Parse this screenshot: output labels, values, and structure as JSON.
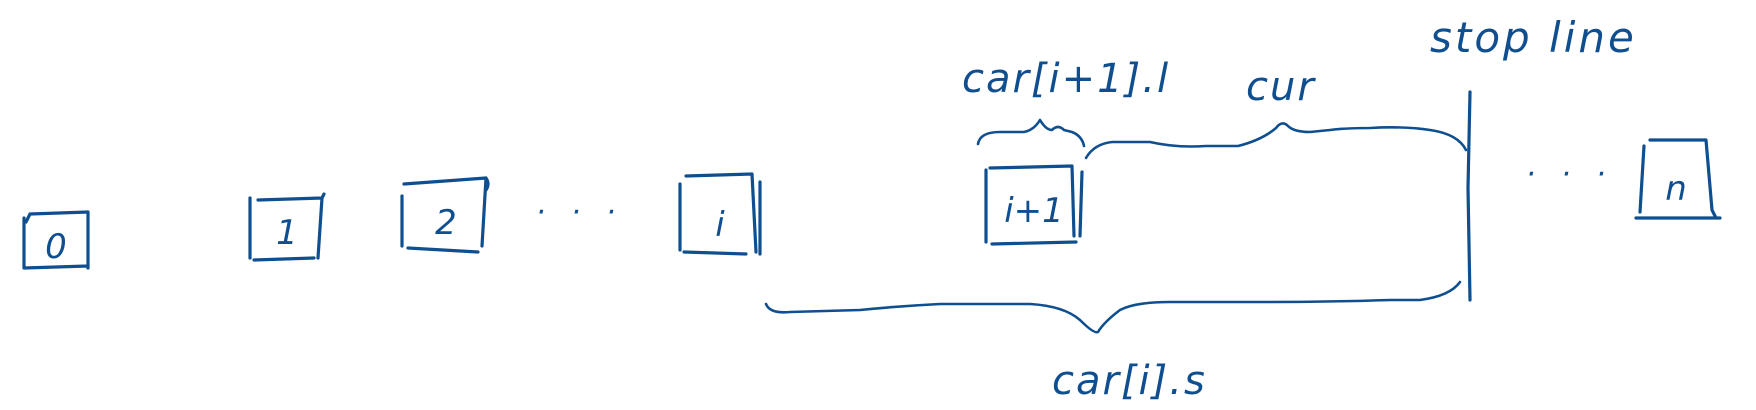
{
  "labels": {
    "stop_line": "stop line",
    "car_i_s": "car[i].s",
    "car_i1_l": "car[i+1].l",
    "cur": "cur"
  },
  "boxes": {
    "box_0": "0",
    "box_1": "1",
    "box_2": "2",
    "box_i": "i",
    "box_i1": "i+1",
    "box_n": "n"
  },
  "ellipsis": {
    "mid": "· · ·",
    "right": "· · ·"
  },
  "colors": {
    "ink": "#0f4f8f",
    "background": "#ffffff"
  }
}
